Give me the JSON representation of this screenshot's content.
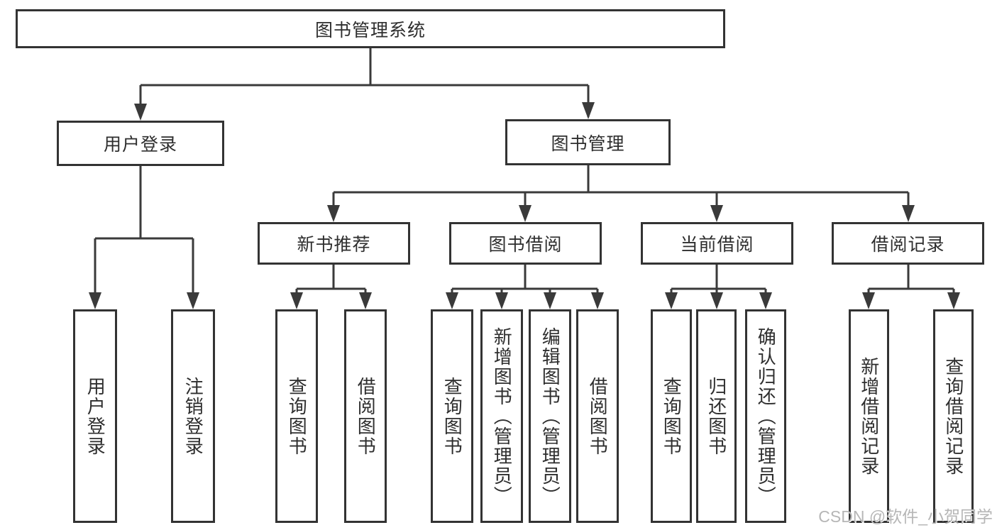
{
  "tree": {
    "root": "图书管理系统",
    "branches": [
      {
        "label": "用户登录",
        "children": [
          {
            "label": "用户登录"
          },
          {
            "label": "注销登录"
          }
        ]
      },
      {
        "label": "图书管理",
        "children": [
          {
            "label": "新书推荐",
            "children": [
              {
                "label": "查询图书"
              },
              {
                "label": "借阅图书"
              }
            ]
          },
          {
            "label": "图书借阅",
            "children": [
              {
                "label": "查询图书"
              },
              {
                "label": "新增图书（管理员）"
              },
              {
                "label": "编辑图书（管理员）"
              },
              {
                "label": "借阅图书"
              }
            ]
          },
          {
            "label": "当前借阅",
            "children": [
              {
                "label": "查询图书"
              },
              {
                "label": "归还图书"
              },
              {
                "label": "确认归还（管理员）"
              }
            ]
          },
          {
            "label": "借阅记录",
            "children": [
              {
                "label": "新增借阅记录"
              },
              {
                "label": "查询借阅记录"
              }
            ]
          }
        ]
      }
    ]
  },
  "watermark": "CSDN @软件_小贺同学",
  "colors": {
    "line": "#3a3a3a",
    "border": "#333333",
    "text": "#2e2e2e",
    "watermark": "#b2b2b2",
    "background": "#ffffff"
  }
}
